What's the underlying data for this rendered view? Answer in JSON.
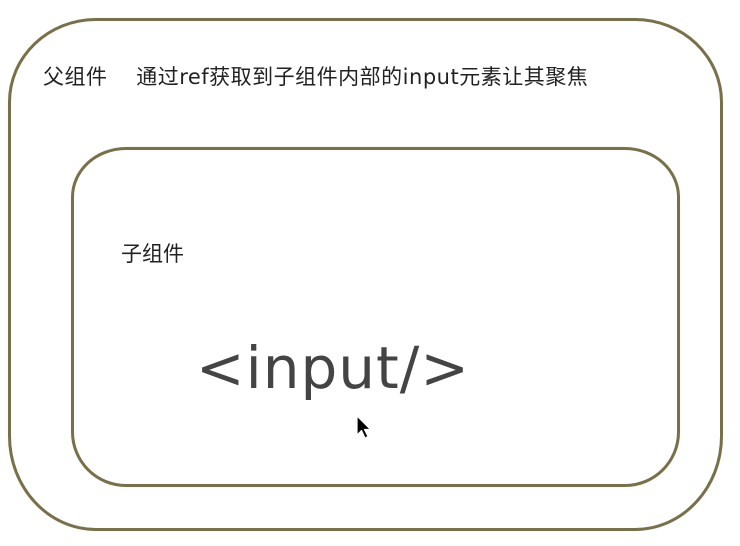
{
  "diagram": {
    "parent": {
      "label": "父组件",
      "description": "通过ref获取到子组件内部的input元素让其聚焦",
      "title_line": "父组件    通过ref获取到子组件内部的input元素让其聚焦"
    },
    "child": {
      "label": "子组件",
      "element": "<input/>"
    },
    "colors": {
      "border": "#77704a",
      "text": "#222222",
      "element_text": "#444444",
      "background": "#ffffff"
    }
  },
  "cursor": {
    "icon": "mouse-pointer-icon"
  }
}
